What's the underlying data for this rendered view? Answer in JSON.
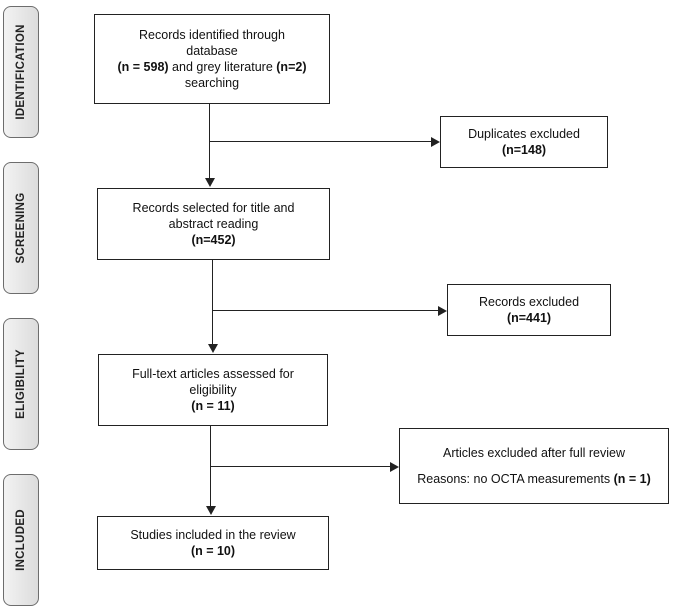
{
  "stages": {
    "identification": "IDENTIFICATION",
    "screening": "SCREENING",
    "eligibility": "ELIGIBILITY",
    "included": "INCLUDED"
  },
  "boxes": {
    "identified": {
      "line1": "Records identified through",
      "line2": "database",
      "line3_a": "(n = 598)",
      "line3_b": " and grey literature ",
      "line3_c": "(n=2)",
      "line4": "searching"
    },
    "duplicates": {
      "line1": "Duplicates excluded",
      "line2": "(n=148)"
    },
    "selected": {
      "line1": "Records selected for title and",
      "line2": "abstract reading",
      "line3": "(n=452)"
    },
    "records_excluded": {
      "line1": "Records excluded",
      "line2": "(n=441)"
    },
    "fulltext": {
      "line1": "Full-text articles assessed for",
      "line2": "eligibility",
      "line3": "(n = 11)"
    },
    "articles_excluded": {
      "line1": "Articles excluded after full review",
      "line2_a": "Reasons: no OCTA measurements ",
      "line2_b": "(n = 1)"
    },
    "included": {
      "line1": "Studies included in the review",
      "line2": "(n = 10)"
    }
  }
}
